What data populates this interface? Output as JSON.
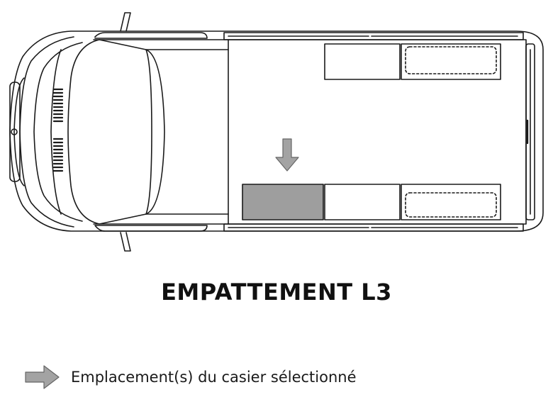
{
  "title": "EMPATTEMENT L3",
  "legend": {
    "icon": "arrow-right-icon",
    "text": "Emplacement(s) du casier sélectionné"
  },
  "colors": {
    "outline": "#1a1a1a",
    "selected_fill": "#9e9e9e",
    "arrow_fill": "#a3a3a3",
    "background": "#ffffff"
  },
  "lockers": [
    {
      "id": "top-middle",
      "selected": false
    },
    {
      "id": "top-rear",
      "selected": false
    },
    {
      "id": "bottom-front",
      "selected": true
    },
    {
      "id": "bottom-middle",
      "selected": false
    },
    {
      "id": "bottom-rear",
      "selected": false
    }
  ]
}
